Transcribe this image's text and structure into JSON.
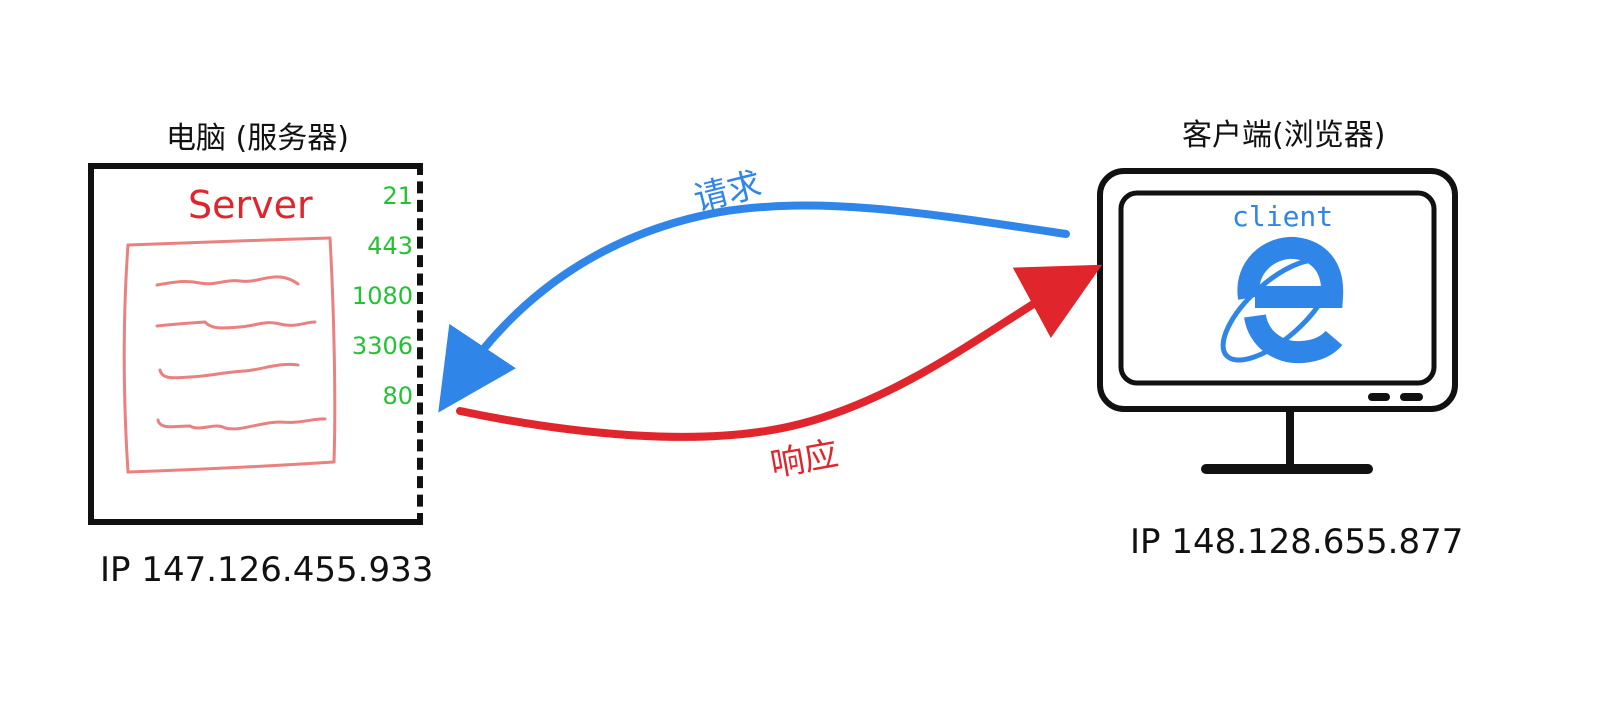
{
  "server": {
    "title": "电脑 (服务器)",
    "label": "Server",
    "ports": [
      "21",
      "443",
      "1080",
      "3306",
      "80"
    ],
    "ip": "IP 147.126.455.933"
  },
  "client": {
    "title": "客户端(浏览器)",
    "label": "client",
    "browser_icon": "internet-explorer-icon",
    "ip": "IP 148.128.655.877"
  },
  "arrows": {
    "request": {
      "label": "请求",
      "color": "#2f86e8"
    },
    "response": {
      "label": "响应",
      "color": "#e0262c"
    }
  },
  "colors": {
    "port": "#22c232",
    "server_label": "#e0262c",
    "client_label": "#2f86e8",
    "document_lines": "#e86a6a"
  }
}
